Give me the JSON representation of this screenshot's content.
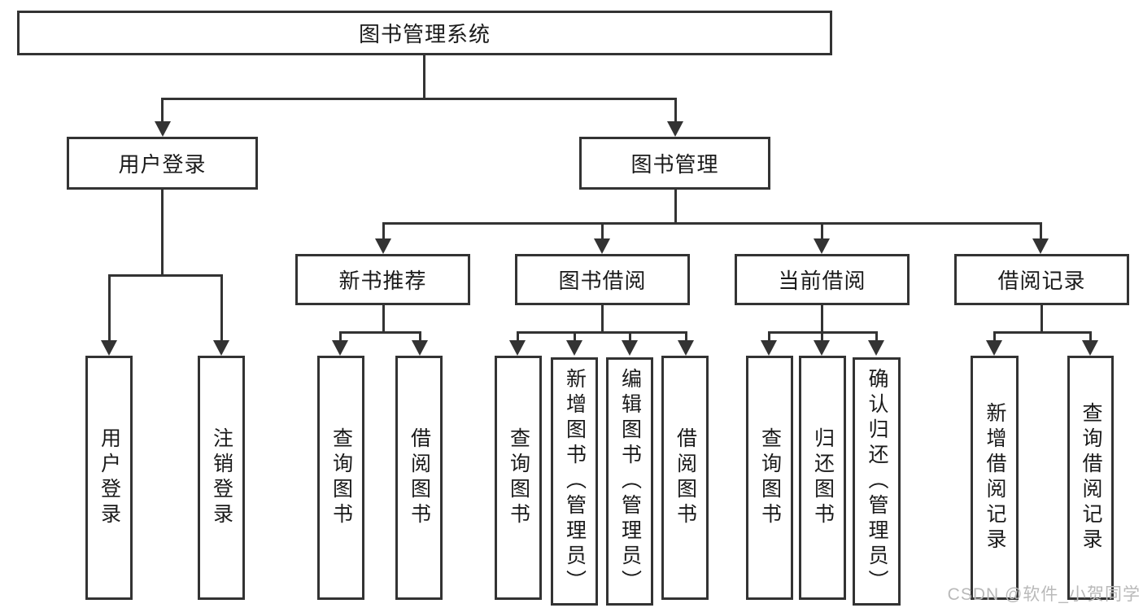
{
  "tree": {
    "root": {
      "label": "图书管理系统"
    },
    "level1": [
      {
        "label": "用户登录"
      },
      {
        "label": "图书管理"
      }
    ],
    "level2": [
      {
        "label": "新书推荐"
      },
      {
        "label": "图书借阅"
      },
      {
        "label": "当前借阅"
      },
      {
        "label": "借阅记录"
      }
    ],
    "leaves": {
      "user": [
        "用户登录",
        "注销登录"
      ],
      "recommend": [
        "查询图书",
        "借阅图书"
      ],
      "borrow": [
        "查询图书",
        "新增图书（管理员）",
        "编辑图书（管理员）",
        "借阅图书"
      ],
      "current": [
        "查询图书",
        "归还图书",
        "确认归还（管理员）"
      ],
      "records": [
        "新增借阅记录",
        "查询借阅记录"
      ]
    }
  },
  "watermark": {
    "text": "CSDN @软件_小贺同学"
  },
  "colors": {
    "line": "#333333",
    "text": "#1a1a1a",
    "watermark": "#b9b9b9",
    "background": "#ffffff"
  }
}
